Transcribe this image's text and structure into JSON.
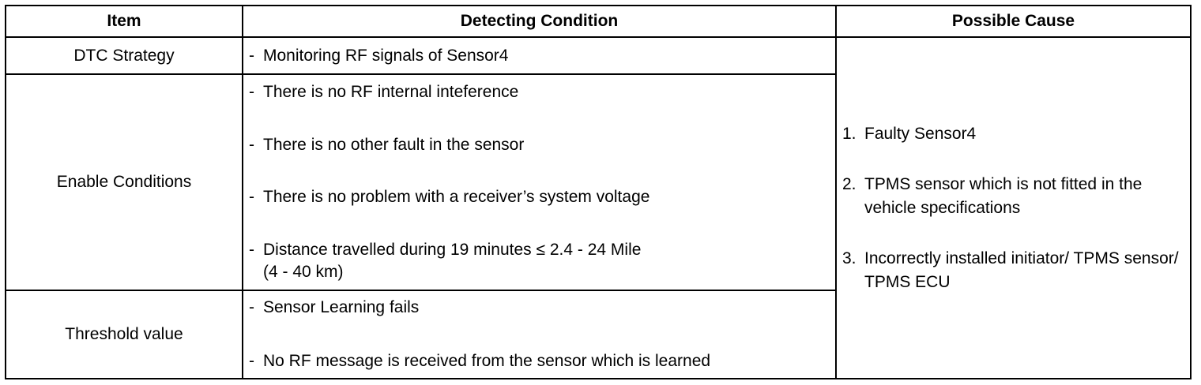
{
  "header": {
    "item": "Item",
    "detecting_condition": "Detecting Condition",
    "possible_cause": "Possible Cause"
  },
  "rows": [
    {
      "item": "DTC Strategy",
      "conditions": [
        {
          "dash": "-",
          "text": "Monitoring RF signals of Sensor4"
        }
      ]
    },
    {
      "item": "Enable Conditions",
      "conditions": [
        {
          "dash": "-",
          "text": "There is no RF internal inteference"
        },
        {
          "dash": "-",
          "text": "There is no other fault in the sensor"
        },
        {
          "dash": "-",
          "text": "There is no problem with a receiver’s system voltage"
        },
        {
          "dash": "-",
          "text": "Distance travelled during 19 minutes ≤ 2.4 - 24 Mile",
          "text2": "(4 - 40 km)"
        }
      ]
    },
    {
      "item": "Threshold value",
      "conditions": [
        {
          "dash": "-",
          "text": "Sensor Learning fails"
        },
        {
          "dash": "-",
          "text": "No RF message is received from the sensor which is learned"
        }
      ]
    }
  ],
  "possible_causes": [
    {
      "num": "1.",
      "text": "Faulty Sensor4"
    },
    {
      "num": "2.",
      "text": "TPMS sensor which is not fitted in the vehicle specifications"
    },
    {
      "num": "3.",
      "text": "Incorrectly installed initiator/ TPMS sensor/ TPMS ECU"
    }
  ]
}
